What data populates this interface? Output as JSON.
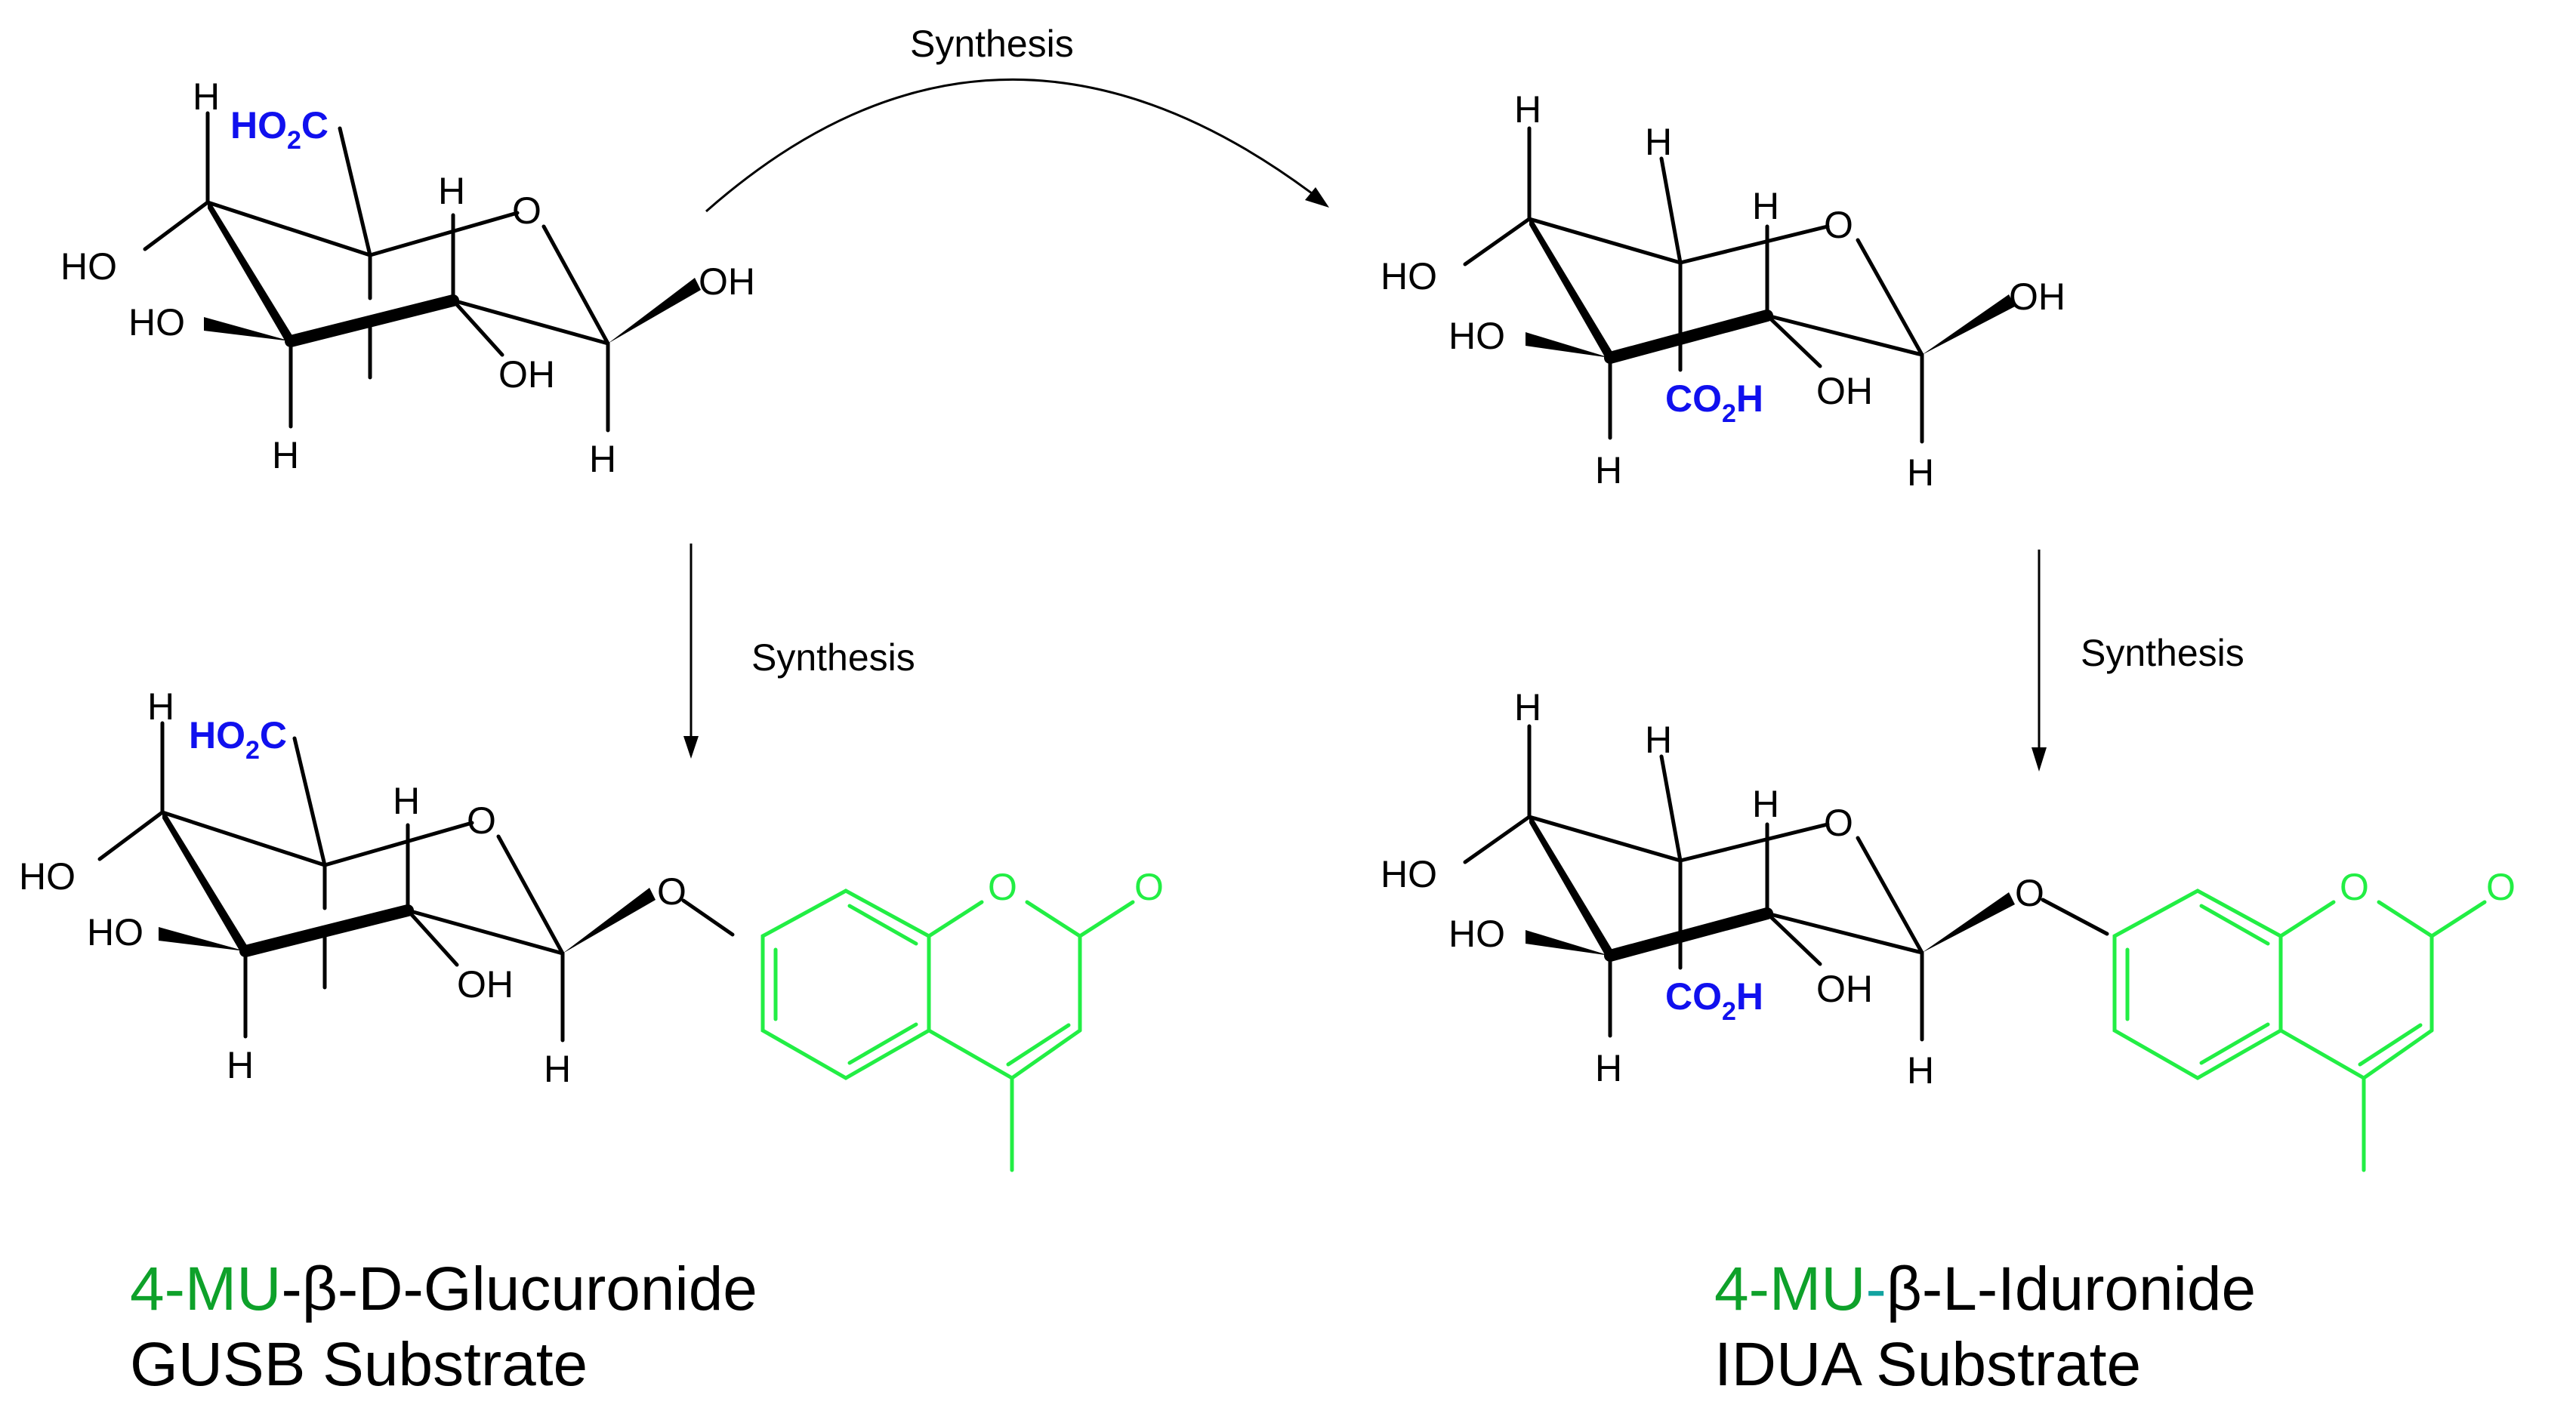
{
  "arrows": {
    "top": "Synthesis",
    "left": "Synthesis",
    "right": "Synthesis"
  },
  "atoms": {
    "H": "H",
    "O": "O",
    "HO": "HO",
    "OH": "OH",
    "HO2C_main": "HO",
    "HO2C_sub": "2",
    "HO2C_tail": "C",
    "CO2H_main": "CO",
    "CO2H_sub": "2",
    "CO2H_tail": "H"
  },
  "captions": {
    "left": {
      "mu": "4-MU",
      "dash": "-",
      "rest": "β-D-Glucuronide",
      "line2": "GUSB Substrate"
    },
    "right": {
      "mu": "4-MU",
      "dash": "-",
      "rest": "β-L-Iduronide",
      "line2": "IDUA Substrate"
    }
  },
  "colors": {
    "carboxyl": "#1010ee",
    "umbelliferone": "#22ee44",
    "caption_mu": "#0ea12a",
    "caption_dash_right": "#12a3a0"
  }
}
